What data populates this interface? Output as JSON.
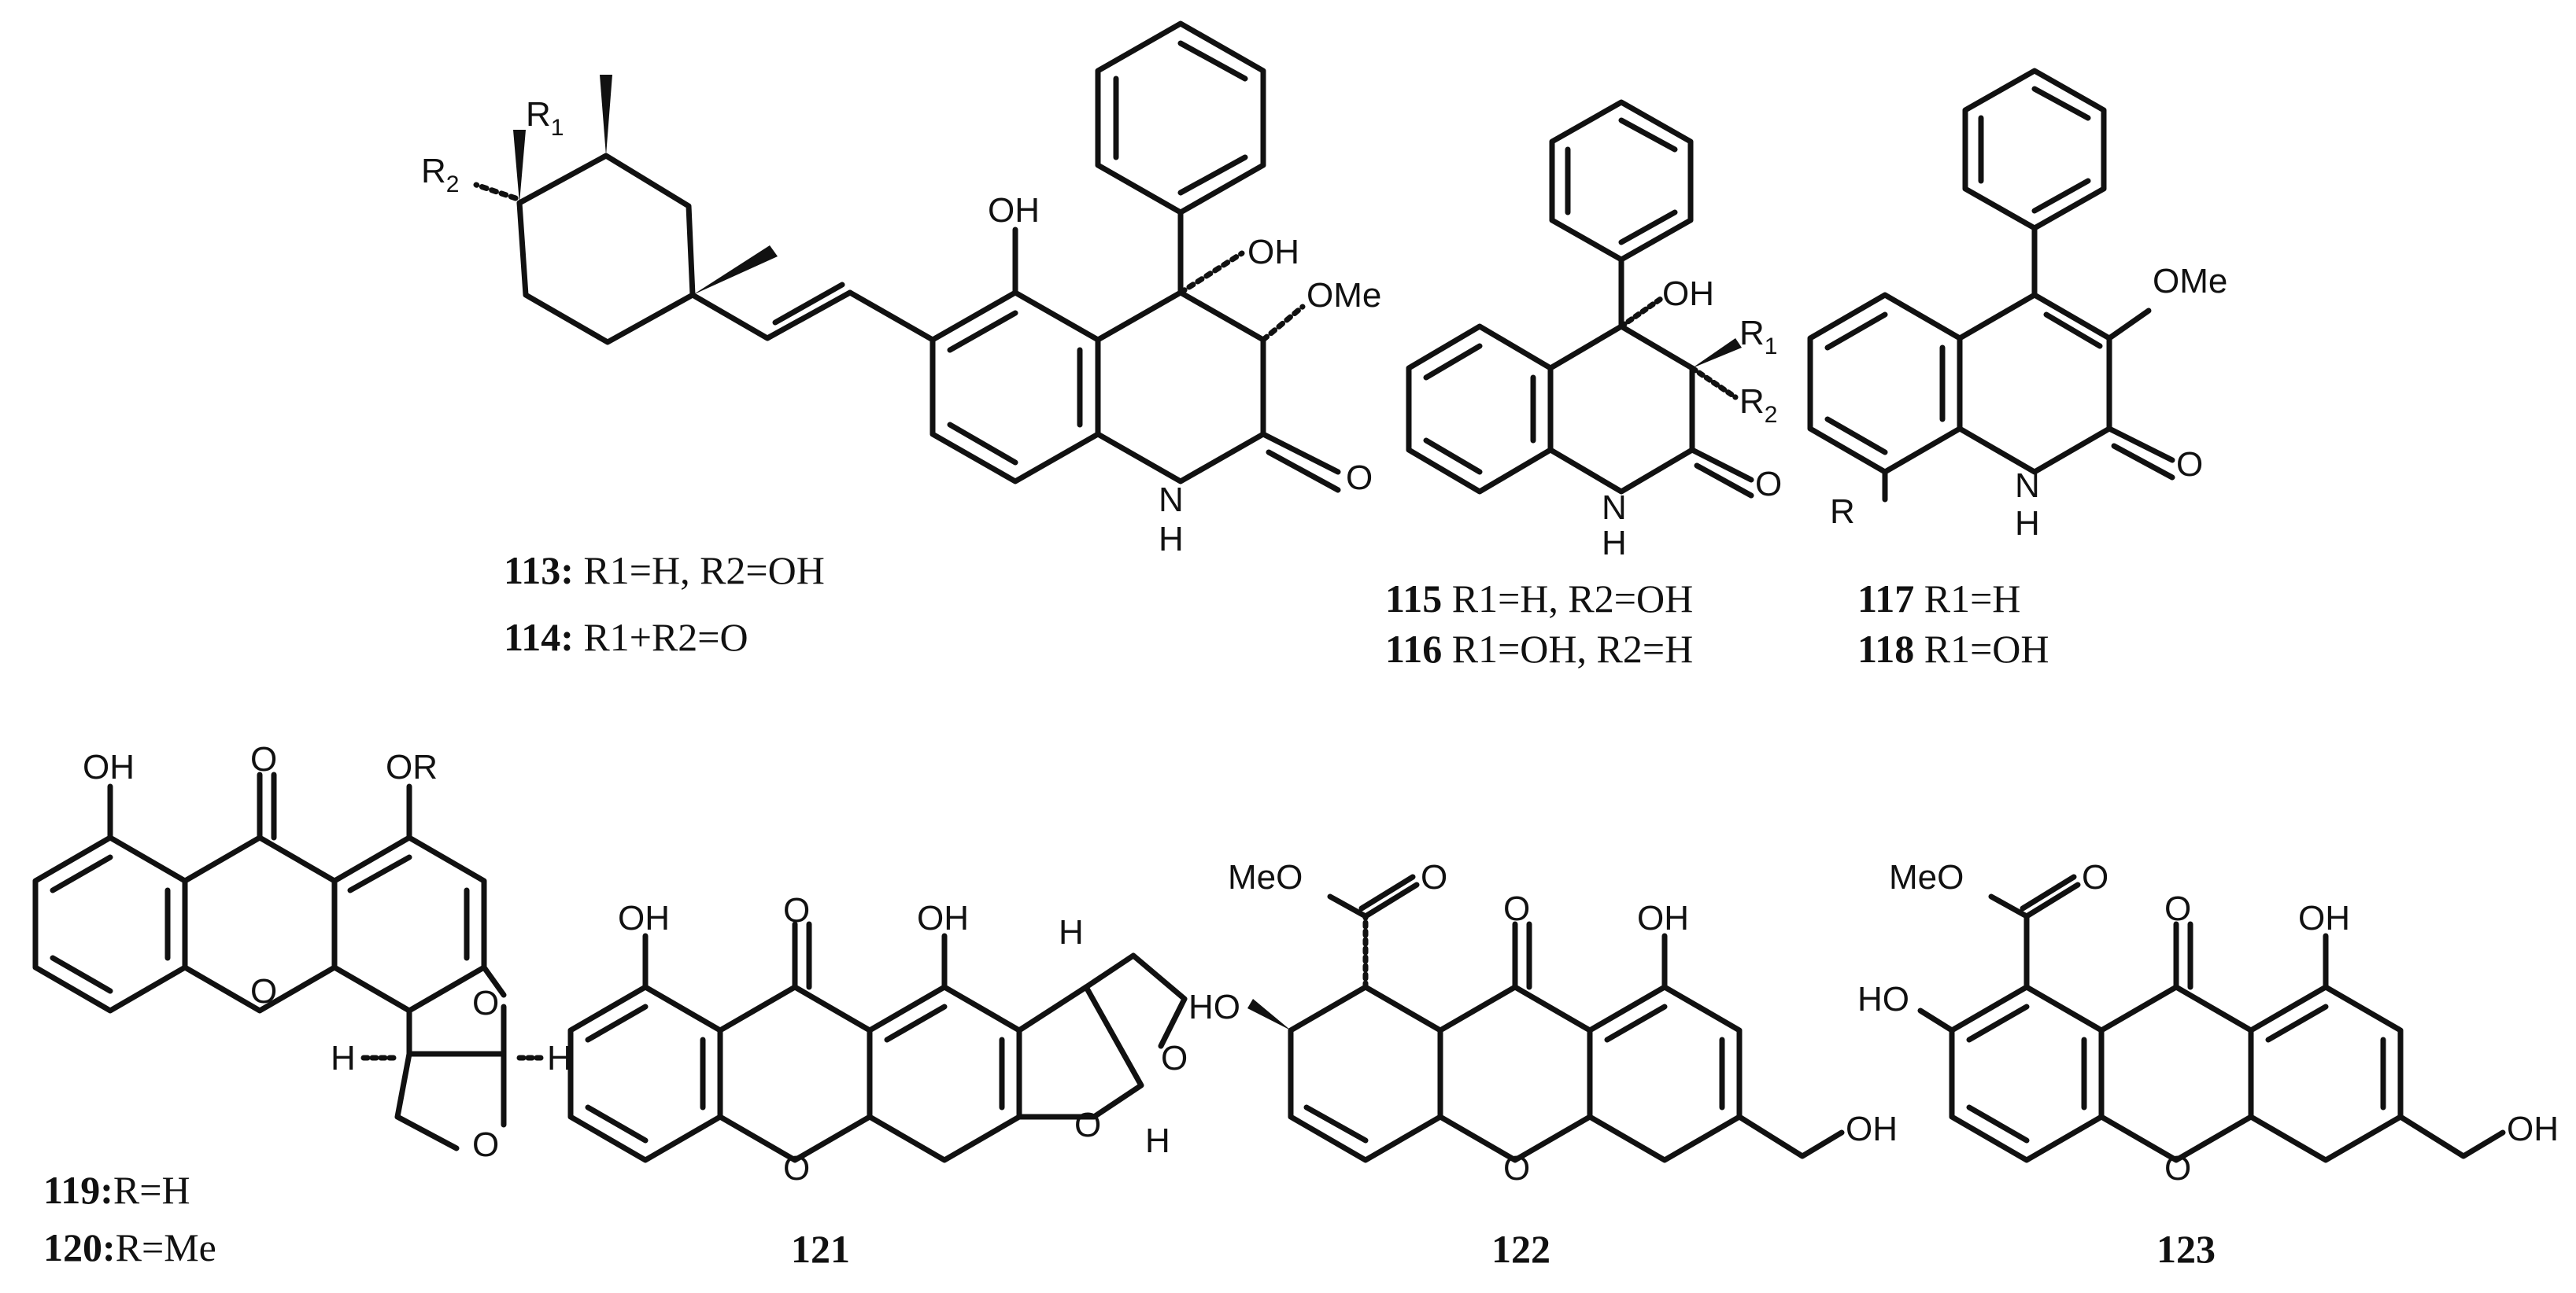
{
  "compounds": {
    "c113": {
      "number": "113",
      "desc": "R1=H, R2=OH"
    },
    "c114": {
      "number": "114",
      "desc": "R1+R2=O"
    },
    "c115": {
      "number": "115",
      "desc": "R1=H, R2=OH"
    },
    "c116": {
      "number": "116",
      "desc": "R1=OH, R2=H"
    },
    "c117": {
      "number": "117",
      "desc": "R1=H"
    },
    "c118": {
      "number": "118",
      "desc": "R1=OH"
    },
    "c119": {
      "number": "119",
      "desc": "R=H"
    },
    "c120": {
      "number": "120",
      "desc": "R=Me"
    },
    "c121": {
      "number": "121"
    },
    "c122": {
      "number": "122"
    },
    "c123": {
      "number": "123"
    }
  },
  "atoms": {
    "R": "R",
    "R1": "R",
    "R2": "R",
    "sub1": "1",
    "sub2": "2",
    "OH": "OH",
    "OMe": "OMe",
    "MeO": "MeO",
    "HO": "HO",
    "O": "O",
    "N": "N",
    "H": "H",
    "OR": "OR"
  }
}
